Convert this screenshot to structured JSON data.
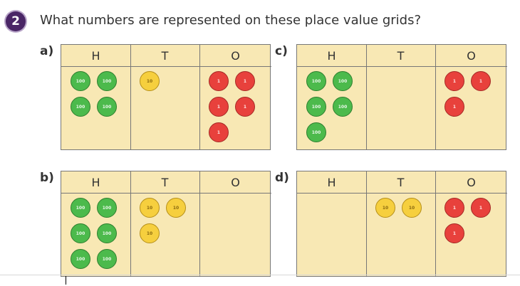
{
  "question": {
    "number": "2",
    "text": "What numbers are represented on these place value grids?"
  },
  "columns": [
    "H",
    "T",
    "O"
  ],
  "counter_labels": {
    "H": "100",
    "T": "10",
    "O": "1"
  },
  "colors": {
    "hundreds": "#4cba4c",
    "tens": "#f6cf3e",
    "ones": "#e8413c",
    "grid": "#f8e8b4"
  },
  "grids": [
    {
      "label": "a)",
      "hundreds": 4,
      "tens": 1,
      "ones": 5
    },
    {
      "label": "c)",
      "hundreds": 5,
      "tens": 0,
      "ones": 3
    },
    {
      "label": "b)",
      "hundreds": 6,
      "tens": 3,
      "ones": 0
    },
    {
      "label": "d)",
      "hundreds": 0,
      "tens": 2,
      "ones": 3
    }
  ]
}
